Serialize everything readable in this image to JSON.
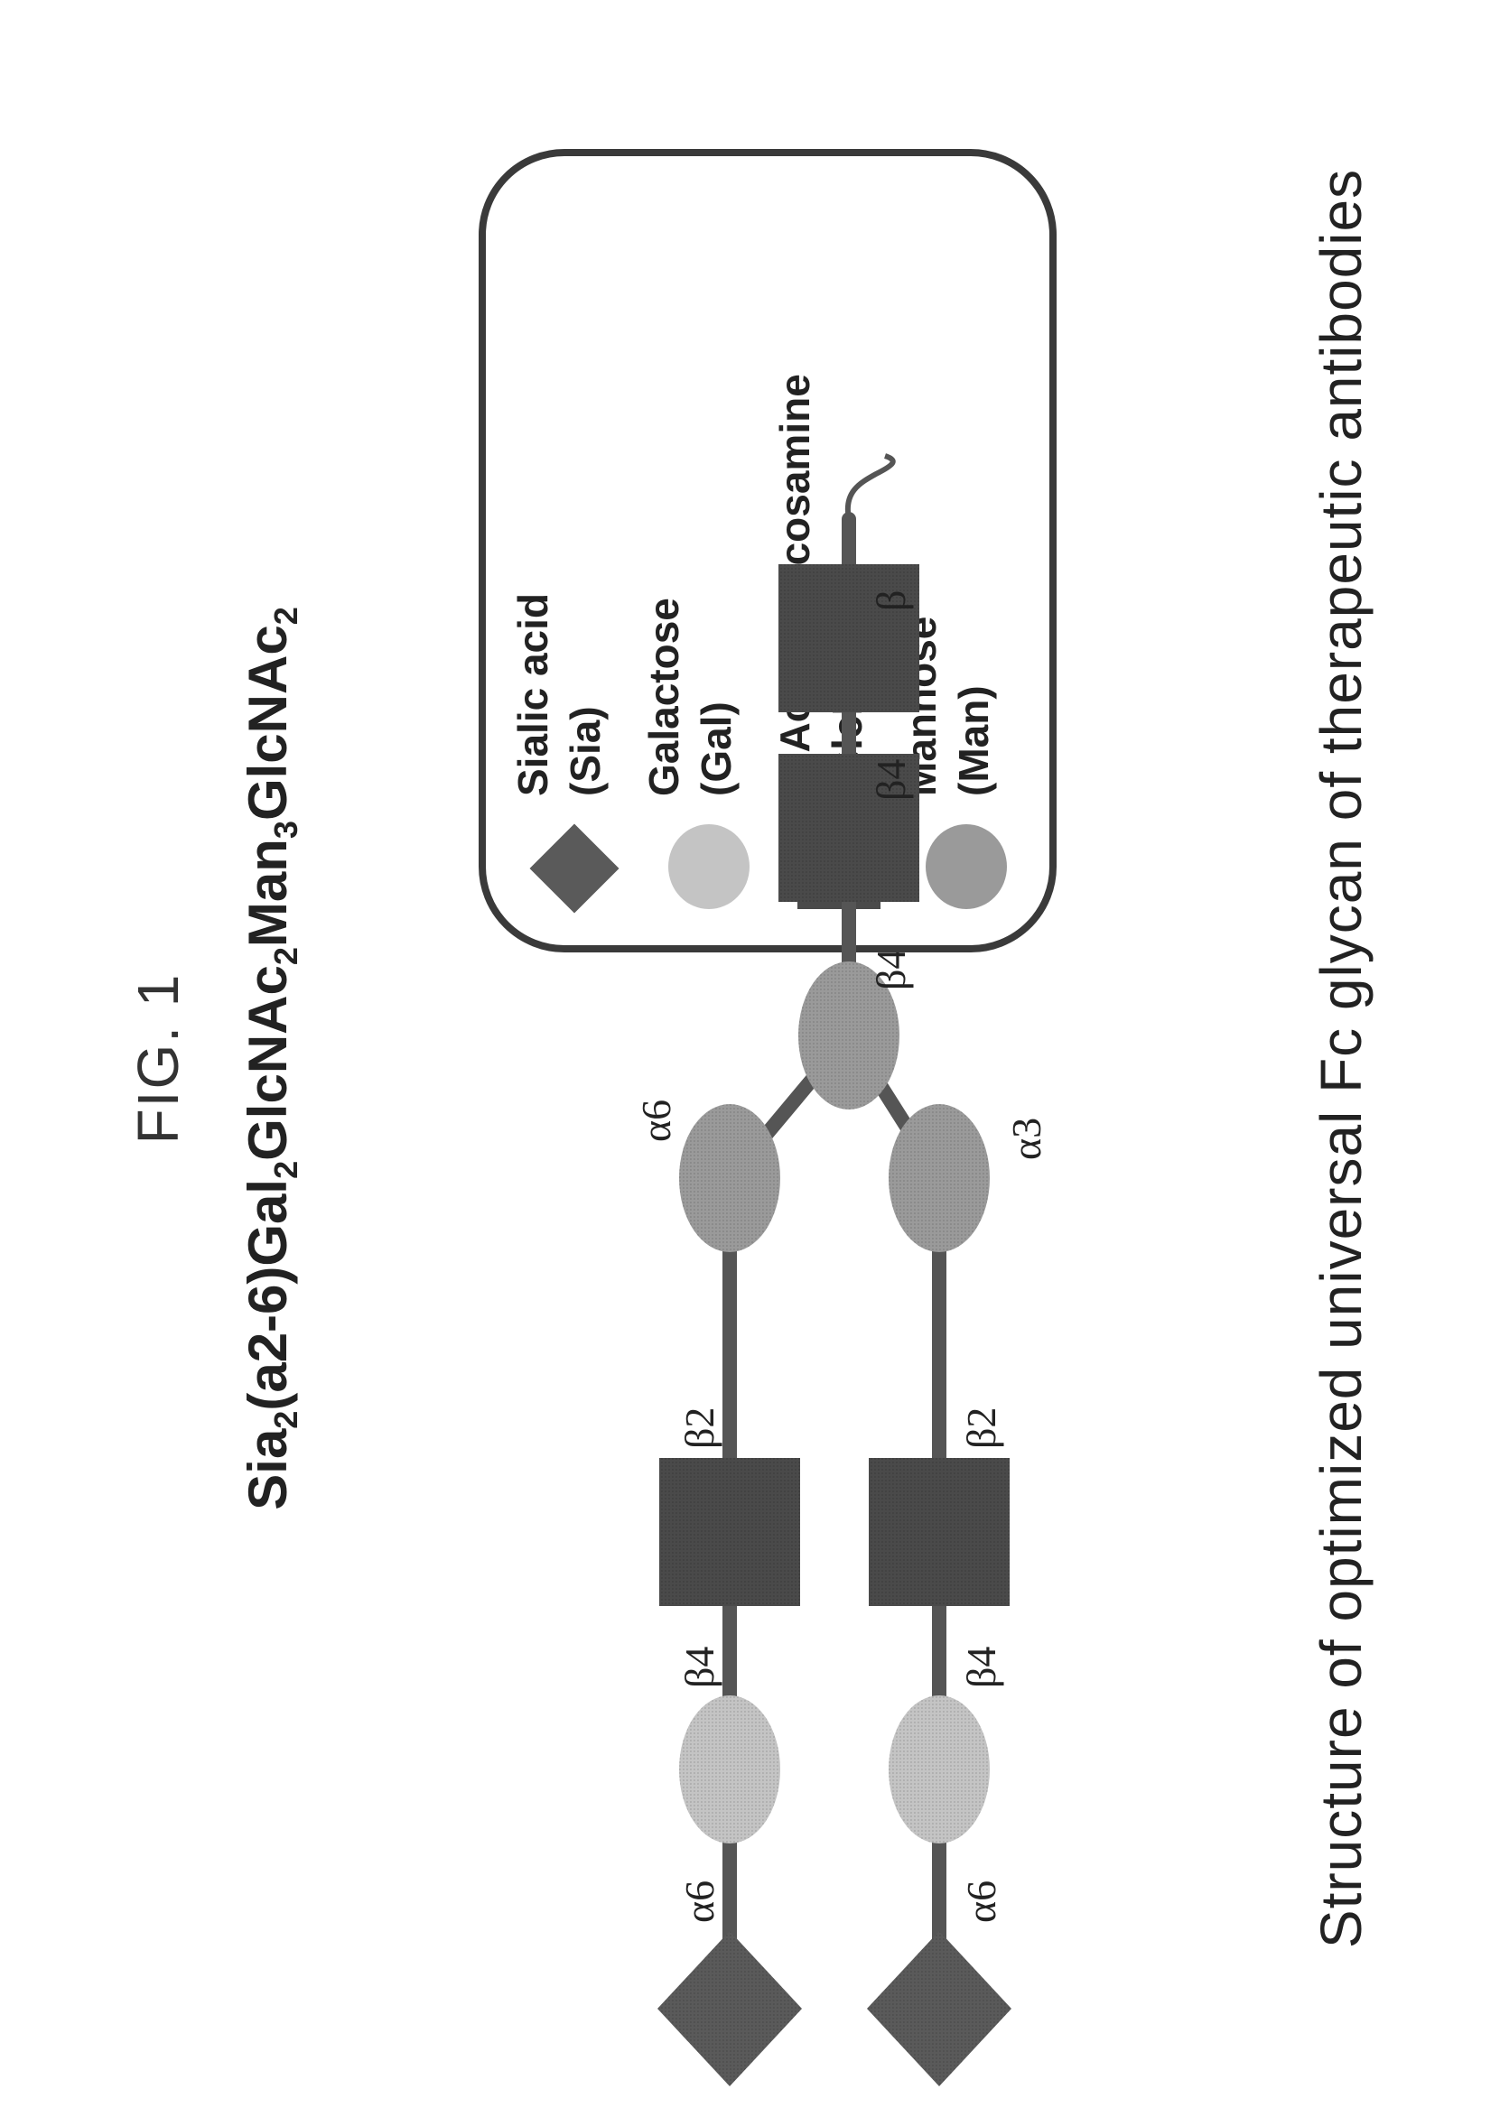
{
  "figure": {
    "label": "FIG. 1",
    "formula": [
      {
        "t": "Sia"
      },
      {
        "t": "2",
        "sub": true
      },
      {
        "t": "(a2-6)Gal"
      },
      {
        "t": "2",
        "sub": true
      },
      {
        "t": "GlcNAc"
      },
      {
        "t": "2",
        "sub": true
      },
      {
        "t": "Man"
      },
      {
        "t": "3",
        "sub": true
      },
      {
        "t": "GlcNAc"
      },
      {
        "t": "2",
        "sub": true
      }
    ],
    "caption": "Structure of optimized universal Fc glycan of therapeutic antibodies"
  },
  "colors": {
    "sialic_acid": "#5a5a5a",
    "galactose": "#c4c4c4",
    "glcnac": "#4a4a4a",
    "mannose": "#9a9a9a",
    "bond": "#555555",
    "text": "#222222"
  },
  "glycan": {
    "upper_branch_linkages": [
      "α6",
      "β4",
      "β2",
      "α6"
    ],
    "lower_branch_linkages": [
      "α6",
      "β4",
      "β2",
      "α3"
    ],
    "core_linkages": [
      "β4",
      "β4",
      "β"
    ]
  },
  "legend": {
    "items": [
      {
        "symbol": "diamond",
        "name": "Sialic acid",
        "abbr": "(Sia)"
      },
      {
        "symbol": "circle-light",
        "name": "Galactose",
        "abbr": "(Gal)"
      },
      {
        "symbol": "square",
        "name": "N-Acetylglucosamine",
        "abbr": "(GlcNAc)"
      },
      {
        "symbol": "circle-dark",
        "name": "Mannose",
        "abbr": "(Man)"
      }
    ]
  }
}
